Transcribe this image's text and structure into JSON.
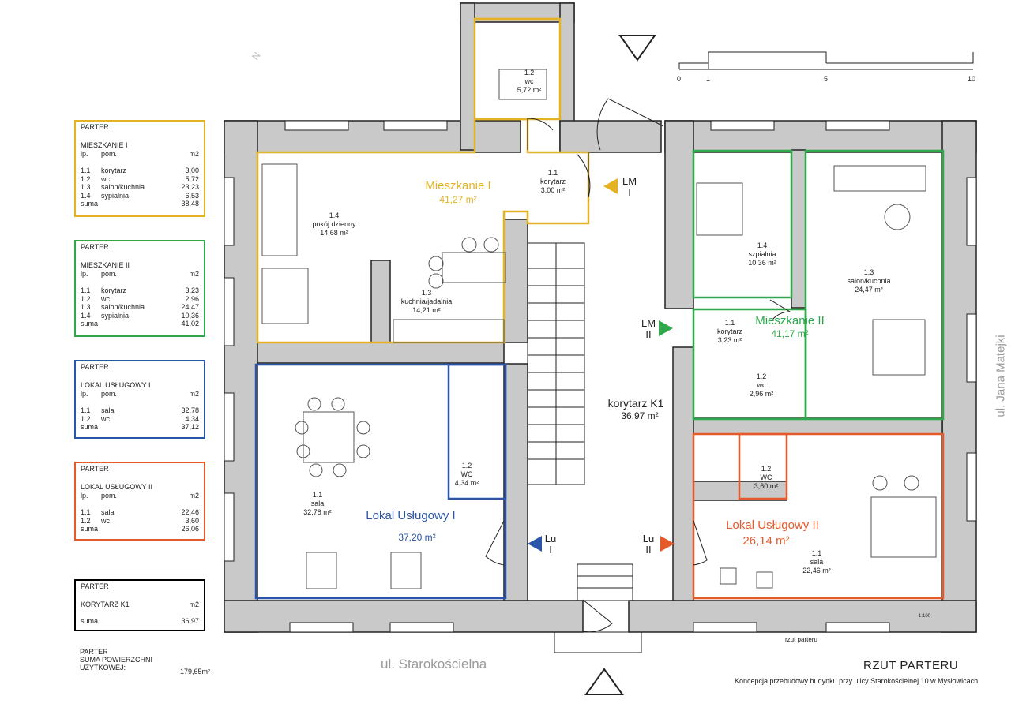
{
  "title": "RZUT PARTERU",
  "subtitle": "Koncepcja przebudowy budynku przy ulicy Starokościelnej 10 w Mysłowicach",
  "streets": {
    "south": "ul. Starokościelna",
    "east": "ul. Jana Matejki"
  },
  "scale": {
    "ticks": [
      "0",
      "1",
      "5",
      "10"
    ],
    "ratio": "1:100"
  },
  "north_mark": "N",
  "small_caption": "rzut parteru",
  "colors": {
    "m1": "#e3b323",
    "m2": "#2ea84a",
    "l1": "#2a55a8",
    "l2": "#e55a2b",
    "wall": "#c9c9c9",
    "dark": "#222222"
  },
  "zones": {
    "m1": {
      "name": "Mieszkanie I",
      "area": "41,27 m²"
    },
    "m2": {
      "name": "Mieszkanie II",
      "area": "41,17 m²"
    },
    "l1": {
      "name": "Lokal Usługowy I",
      "area": "37,20 m²"
    },
    "l2": {
      "name": "Lokal Usługowy II",
      "area": "26,14 m²"
    },
    "k1": {
      "name": "korytarz K1",
      "area": "36,97 m²"
    }
  },
  "rooms": [
    {
      "no": "1.2",
      "name": "wc",
      "area": "5,72 m²"
    },
    {
      "no": "1.1",
      "name": "korytarz",
      "area": "3,00 m²"
    },
    {
      "no": "1.4",
      "name": "pokój dzienny",
      "area": "14,68 m²"
    },
    {
      "no": "1.3",
      "name": "kuchnia/jadalnia",
      "area": "14,21 m²"
    },
    {
      "no": "1.4",
      "name": "szpialnia",
      "area": "10,36 m²"
    },
    {
      "no": "1.3",
      "name": "salon/kuchnia",
      "area": "24,47 m²"
    },
    {
      "no": "1.1",
      "name": "korytarz",
      "area": "3,23 m²"
    },
    {
      "no": "1.2",
      "name": "wc",
      "area": "2,96 m²"
    },
    {
      "no": "1.1",
      "name": "sala",
      "area": "32,78 m²"
    },
    {
      "no": "1.2",
      "name": "WC",
      "area": "4,34 m²"
    },
    {
      "no": "1.2",
      "name": "WC",
      "area": "3,60 m²"
    },
    {
      "no": "1.1",
      "name": "sala",
      "area": "22,46 m²"
    }
  ],
  "entrances": [
    {
      "line1": "LM",
      "line2": "I"
    },
    {
      "line1": "LM",
      "line2": "II"
    },
    {
      "line1": "Lu",
      "line2": "I"
    },
    {
      "line1": "Lu",
      "line2": "II"
    }
  ],
  "legends": [
    {
      "level": "PARTER",
      "unit": "MIESZKANIE I",
      "head": [
        "lp.",
        "pom.",
        "m2"
      ],
      "rows": [
        [
          "1.1",
          "korytarz",
          "3,00"
        ],
        [
          "1.2",
          "wc",
          "5,72"
        ],
        [
          "1.3",
          "salon/kuchnia",
          "23,23"
        ],
        [
          "1.4",
          "sypialnia",
          "6,53"
        ]
      ],
      "sum_label": "suma",
      "sum": "38,48"
    },
    {
      "level": "PARTER",
      "unit": "MIESZKANIE II",
      "head": [
        "lp.",
        "pom.",
        "m2"
      ],
      "rows": [
        [
          "1.1",
          "korytarz",
          "3,23"
        ],
        [
          "1.2",
          "wc",
          "2,96"
        ],
        [
          "1.3",
          "salon/kuchnia",
          "24,47"
        ],
        [
          "1.4",
          "sypialnia",
          "10,36"
        ]
      ],
      "sum_label": "suma",
      "sum": "41,02"
    },
    {
      "level": "PARTER",
      "unit": "LOKAL USŁUGOWY I",
      "head": [
        "lp.",
        "pom.",
        "m2"
      ],
      "rows": [
        [
          "1.1",
          "sala",
          "32,78"
        ],
        [
          "1.2",
          "wc",
          "4,34"
        ]
      ],
      "sum_label": "suma",
      "sum": "37,12"
    },
    {
      "level": "PARTER",
      "unit": "LOKAL USŁUGOWY II",
      "head": [
        "lp.",
        "pom.",
        "m2"
      ],
      "rows": [
        [
          "1.1",
          "sala",
          "22,46"
        ],
        [
          "1.2",
          "wc",
          "3,60"
        ]
      ],
      "sum_label": "suma",
      "sum": "26,06"
    },
    {
      "level": "PARTER",
      "unit": "KORYTARZ K1",
      "unit_m2": "m2",
      "sum_label": "suma",
      "sum": "36,97"
    }
  ],
  "summary": {
    "line1": "PARTER",
    "line2": "SUMA POWIERZCHNI",
    "line3": "UŻYTKOWEJ:",
    "value": "179,65m²"
  }
}
